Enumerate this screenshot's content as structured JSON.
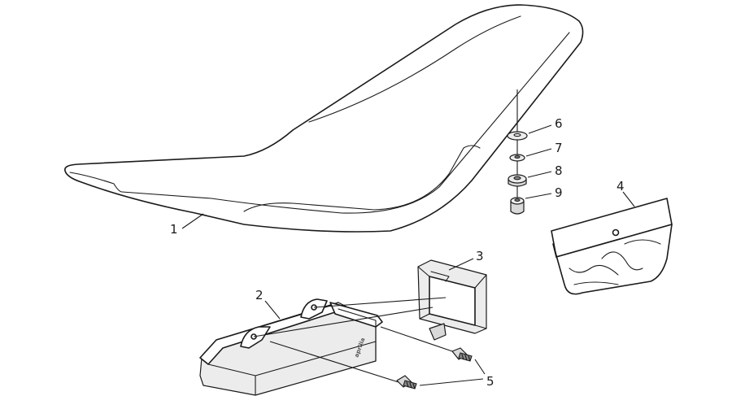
{
  "callouts": {
    "c1": "1",
    "c2": "2",
    "c3": "3",
    "c4": "4",
    "c5": "5",
    "c6": "6",
    "c7": "7",
    "c8": "8",
    "c9": "9"
  },
  "logo_text": "aprilia"
}
